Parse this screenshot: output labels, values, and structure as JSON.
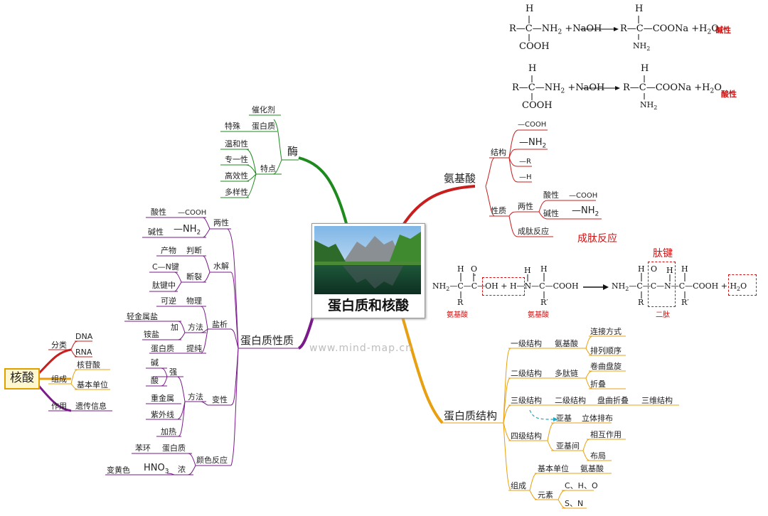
{
  "center": {
    "title": "蛋白质和核酸"
  },
  "watermark": "www.mind-map.cn",
  "enzyme": {
    "label": "酶",
    "special": "特殊",
    "catalyst": "催化剂",
    "protein": "蛋白质",
    "features": "特点",
    "f1": "温和性",
    "f2": "专一性",
    "f3": "高效性",
    "f4": "多样性"
  },
  "amino": {
    "label": "氨基酸",
    "structure": "结构",
    "s1": "—COOH",
    "s2": "—NH",
    "s2sub": "2",
    "s3": "—R",
    "s4": "—H",
    "property": "性质",
    "amphoteric": "两性",
    "acidic": "酸性",
    "acid_group": "—COOH",
    "basic": "碱性",
    "base_group": "—NH",
    "base_sub": "2",
    "peptide_rxn": "成肽反应",
    "peptide_rxn_red": "成肽反应"
  },
  "protein_props": {
    "label": "蛋白质性质",
    "amphoteric": "两性",
    "acidic": "酸性",
    "cooh": "—COOH",
    "basic": "碱性",
    "nh2": "—NH",
    "nh2sub": "2",
    "hydrolysis": "水解",
    "product": "产物",
    "judge": "判断",
    "cleave": "断裂",
    "cn_bond": "C—N键",
    "peptide_mid": "肽键中",
    "salting": "盐析",
    "reversible": "可逆",
    "physical": "物理",
    "method": "方法",
    "add": "加",
    "light_salt": "轻金属盐",
    "ammonium": "铵盐",
    "purify": "提纯",
    "protein": "蛋白质",
    "denature": "变性",
    "strong": "强",
    "base": "碱",
    "acid": "酸",
    "heavy_metal": "重金属",
    "uv": "紫外线",
    "heat": "加热",
    "method2": "方法",
    "color_rxn": "颜色反应",
    "benzene": "苯环",
    "protein2": "蛋白质",
    "conc": "浓",
    "hno3": "HNO",
    "hno3sub": "3",
    "yellow": "变黄色"
  },
  "nucleic": {
    "label": "核酸",
    "classify": "分类",
    "dna": "DNA",
    "rna": "RNA",
    "compose": "组成",
    "nucleotide": "核苷酸",
    "unit": "基本单位",
    "role": "作用",
    "genetic": "遗传信息"
  },
  "structure": {
    "label": "蛋白质结构",
    "primary": "一级结构",
    "aa": "氨基酸",
    "connect": "连接方式",
    "order": "排列顺序",
    "secondary": "二级结构",
    "polypeptide": "多肽链",
    "coil": "卷曲盘旋",
    "fold": "折叠",
    "tertiary": "三级结构",
    "secondary2": "二级结构",
    "coilfold": "盘曲折叠",
    "threed": "三维结构",
    "quaternary": "四级结构",
    "subunit": "亚基",
    "arrange": "立体排布",
    "between": "亚基间",
    "interact": "相互作用",
    "layout": "布局",
    "composition": "组成",
    "basic_unit": "基本单位",
    "aa2": "氨基酸",
    "elements": "元素",
    "chon": "C、H、O",
    "sn": "S、N"
  },
  "reactions": {
    "r1_label": "碱性",
    "r2_label": "酸性",
    "peptide_bond": "肽键",
    "aa_left": "氨基酸",
    "aa_right": "氨基酸",
    "dipeptide": "二肽"
  }
}
